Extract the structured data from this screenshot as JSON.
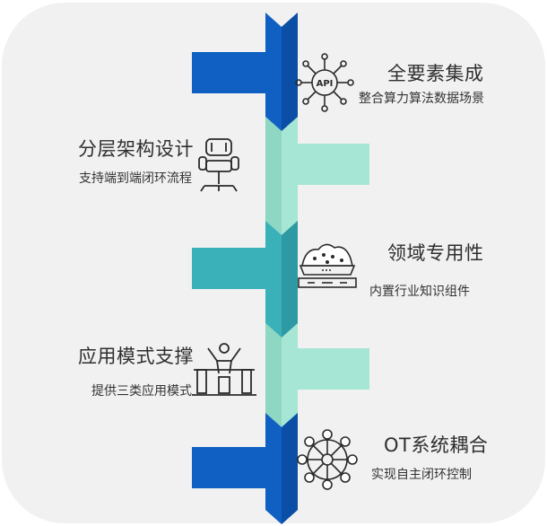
{
  "steps": [
    {
      "title": "全要素集成",
      "desc": "整合算力算法数据场景",
      "icon": "api-hub-icon",
      "color": "#1060c4",
      "side": "right"
    },
    {
      "title": "分层架构设计",
      "desc": "支持端到端闭环流程",
      "icon": "chair-icon",
      "color": "#a6e6d4",
      "side": "left"
    },
    {
      "title": "领域专用性",
      "desc": "内置行业知识组件",
      "icon": "tray-icon",
      "color": "#3ab0b9",
      "side": "right"
    },
    {
      "title": "应用模式支撑",
      "desc": "提供三类应用模式",
      "icon": "person-bridge-icon",
      "color": "#a6e6d4",
      "side": "left"
    },
    {
      "title": "OT系统耦合",
      "desc": "实现自主闭环控制",
      "icon": "network-wheel-icon",
      "color": "#1060c4",
      "side": "right"
    }
  ],
  "colors": {
    "panel": "#f1f1f1",
    "deep_blue": "#1060c4",
    "teal": "#3ab0b9",
    "mint": "#a6e6d4"
  }
}
